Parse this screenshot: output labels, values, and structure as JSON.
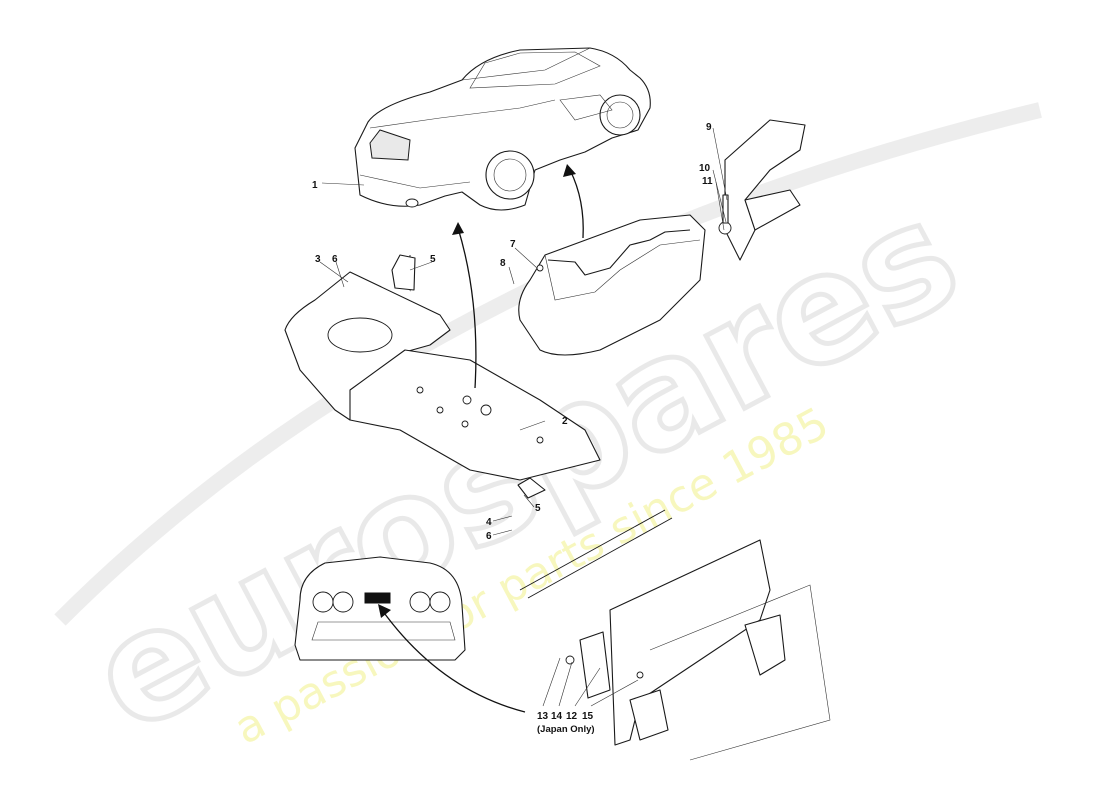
{
  "watermark": {
    "brand": "eurospares",
    "tagline": "a passion for parts since 1985"
  },
  "callouts": [
    {
      "id": "c1",
      "label": "1"
    },
    {
      "id": "c2",
      "label": "2"
    },
    {
      "id": "c3",
      "label": "3"
    },
    {
      "id": "c4",
      "label": "4"
    },
    {
      "id": "c5a",
      "label": "5"
    },
    {
      "id": "c5b",
      "label": "5"
    },
    {
      "id": "c6a",
      "label": "6"
    },
    {
      "id": "c6b",
      "label": "6"
    },
    {
      "id": "c7",
      "label": "7"
    },
    {
      "id": "c8",
      "label": "8"
    },
    {
      "id": "c9",
      "label": "9"
    },
    {
      "id": "c10",
      "label": "10"
    },
    {
      "id": "c11",
      "label": "11"
    },
    {
      "id": "c13",
      "label": "13"
    },
    {
      "id": "c14",
      "label": "14"
    },
    {
      "id": "c12",
      "label": "12"
    },
    {
      "id": "c15",
      "label": "15"
    }
  ],
  "notes": {
    "japan_only": "(Japan Only)"
  }
}
